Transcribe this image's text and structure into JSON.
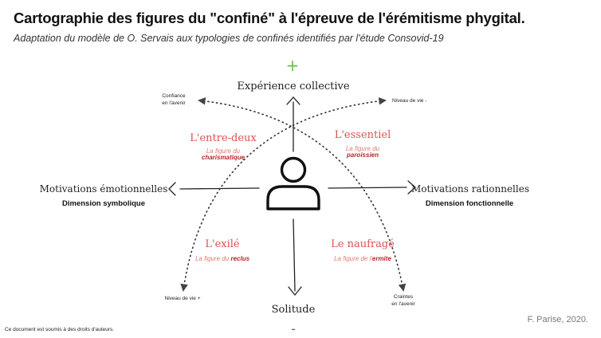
{
  "header": {
    "title": "Cartographie des figures du \"confiné\" à l'épreuve de l'érémitisme phygital.",
    "subtitle": "Adaptation du modèle de O. Servais aux typologies de confinés identifiés par l'étude Consovid-19"
  },
  "axes": {
    "top": {
      "label": "Expérience collective",
      "sign": "+"
    },
    "bottom": {
      "label": "Solitude",
      "sign": "-"
    },
    "left": {
      "label": "Motivations émotionnelles",
      "dimension": "Dimension symbolique"
    },
    "right": {
      "label": "Motivations rationnelles",
      "dimension": "Dimension fonctionnelle"
    }
  },
  "diagonals": {
    "top_left": {
      "line1": "Confiance",
      "line2": "en l'avenir"
    },
    "top_right": {
      "line1": "Niveau de vie -",
      "line2": ""
    },
    "bottom_left": {
      "line1": "Niveau de vie +",
      "line2": ""
    },
    "bottom_right": {
      "line1": "Craintes",
      "line2": "en l'avenir"
    }
  },
  "quadrants": {
    "top_left": {
      "name": "L'entre-deux",
      "prefix": "La figure du",
      "figure": "charismatique"
    },
    "top_right": {
      "name": "L'essentiel",
      "prefix": "La figure du",
      "figure": "paroissien"
    },
    "bottom_left": {
      "name": "L'exilé",
      "prefix": "La figure du",
      "figure": "reclus"
    },
    "bottom_right": {
      "name": "Le naufragé",
      "prefix": "La figure de l'",
      "figure": "ermite"
    }
  },
  "footer": {
    "copyright": "Ce document est soumis à des droits d'auteurs.",
    "author": "F. Parise, 2020."
  },
  "colors": {
    "plus": "#6cc24a",
    "minus": "#c0392b",
    "quadrant_name": "#d9534f",
    "quadrant_text": "#e07a72",
    "figure": "#b02a2a",
    "line": "#222222"
  }
}
